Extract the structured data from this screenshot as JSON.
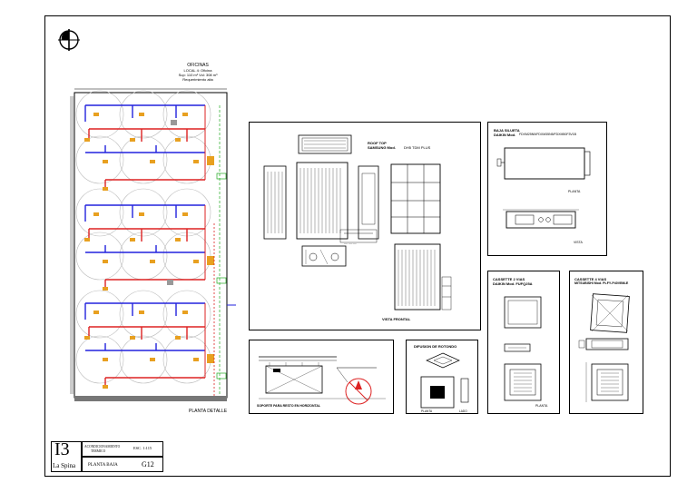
{
  "plan": {
    "header_title": "OFICINAS",
    "header_lines": [
      "LOCAL 4: Oficina",
      "Sup: 110 m²  Vol: 308 m³",
      "Requerimiento alta"
    ],
    "caption": "PLANTA DETALLE"
  },
  "rooftop": {
    "title_line1": "ROOF TOP",
    "title_line2": "SAMSUNG Mod.",
    "model": "DH5 TDM PLUS",
    "caption": "VISTA FRONTAL"
  },
  "baja_silueta": {
    "title_line1": "BAJA SILUETA",
    "title_line2": "DAIKIN Mod.",
    "model": "FDXM25N5/FDXM35N5/FDXM50F3V1B",
    "label_top": "PLANTA",
    "label_bottom": "VISTA"
  },
  "cassette2": {
    "title_line1": "CASSETTE 2 VIAS",
    "title_line2": "DAIKIN Mod. FUFQ25A",
    "label": "PLANTA"
  },
  "cassette4": {
    "title_line1": "CASSETTE 4 VIAS",
    "title_line2": "MITSUBISHI Mod. PLFY-P40VBM-E"
  },
  "section": {
    "caption": "SOPORTE PARA RESTO EN HORIZONTAL"
  },
  "difusion": {
    "title": "DIFUSION DE ROTONDO",
    "label_left": "PLANTA",
    "label_right": "LADO"
  },
  "title_block": {
    "code": "I3",
    "client": "La Spina",
    "project_line1": "ACONDICIONAMIENTO",
    "project_line2": "TERMICO",
    "scale": "ESC. 1:115",
    "sheet_name": "PLANTA BAJA",
    "sheet_number": "G12"
  },
  "colors": {
    "supply": "#2222dd",
    "return": "#dd2222",
    "unit": "#e8a020",
    "drain": "#22aa22",
    "circle": "#bbbbbb",
    "line": "#000000"
  },
  "icons": [
    "north-arrow-icon"
  ]
}
